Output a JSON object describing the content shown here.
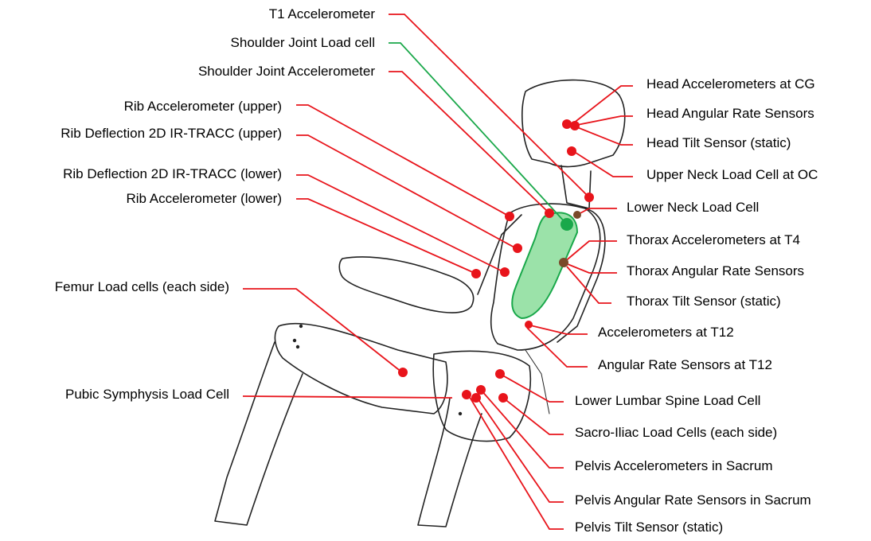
{
  "diagram": {
    "colors": {
      "leader_red": "#e8141b",
      "leader_green": "#1aa84a",
      "sensor_red": "#e8141b",
      "sensor_brown": "#7a4a2a",
      "load_cell_fill": "#7ad88c",
      "load_cell_stroke": "#19a84a",
      "outline": "#222222"
    },
    "labels_left": [
      {
        "id": "t1-accel",
        "text": "T1 Accelerometer"
      },
      {
        "id": "shoulder-load",
        "text": "Shoulder Joint Load cell"
      },
      {
        "id": "shoulder-accel",
        "text": "Shoulder Joint Accelerometer"
      },
      {
        "id": "rib-accel-upper",
        "text": "Rib Accelerometer (upper)"
      },
      {
        "id": "rib-defl-upper",
        "text": "Rib Deflection 2D IR-TRACC (upper)"
      },
      {
        "id": "rib-defl-lower",
        "text": "Rib Deflection 2D IR-TRACC (lower)"
      },
      {
        "id": "rib-accel-lower",
        "text": "Rib Accelerometer (lower)"
      },
      {
        "id": "femur-load",
        "text": "Femur Load cells (each side)"
      },
      {
        "id": "pubic-load",
        "text": "Pubic Symphysis Load Cell"
      }
    ],
    "labels_right": [
      {
        "id": "head-accel",
        "text": "Head Accelerometers at CG"
      },
      {
        "id": "head-rate",
        "text": "Head Angular Rate Sensors"
      },
      {
        "id": "head-tilt",
        "text": "Head Tilt Sensor (static)"
      },
      {
        "id": "upper-neck",
        "text": "Upper Neck Load Cell at OC"
      },
      {
        "id": "lower-neck",
        "text": "Lower Neck Load Cell"
      },
      {
        "id": "thorax-accel",
        "text": "Thorax Accelerometers at T4"
      },
      {
        "id": "thorax-rate",
        "text": "Thorax Angular Rate Sensors"
      },
      {
        "id": "thorax-tilt",
        "text": "Thorax Tilt Sensor (static)"
      },
      {
        "id": "t12-accel",
        "text": "Accelerometers at T12"
      },
      {
        "id": "t12-rate",
        "text": "Angular Rate Sensors at T12"
      },
      {
        "id": "lumbar-load",
        "text": "Lower Lumbar Spine Load Cell"
      },
      {
        "id": "sacro-load",
        "text": "Sacro-Iliac Load Cells (each side)"
      },
      {
        "id": "pelvis-accel",
        "text": "Pelvis Accelerometers in Sacrum"
      },
      {
        "id": "pelvis-rate",
        "text": "Pelvis Angular Rate Sensors in Sacrum"
      },
      {
        "id": "pelvis-tilt",
        "text": "Pelvis Tilt Sensor (static)"
      }
    ]
  }
}
